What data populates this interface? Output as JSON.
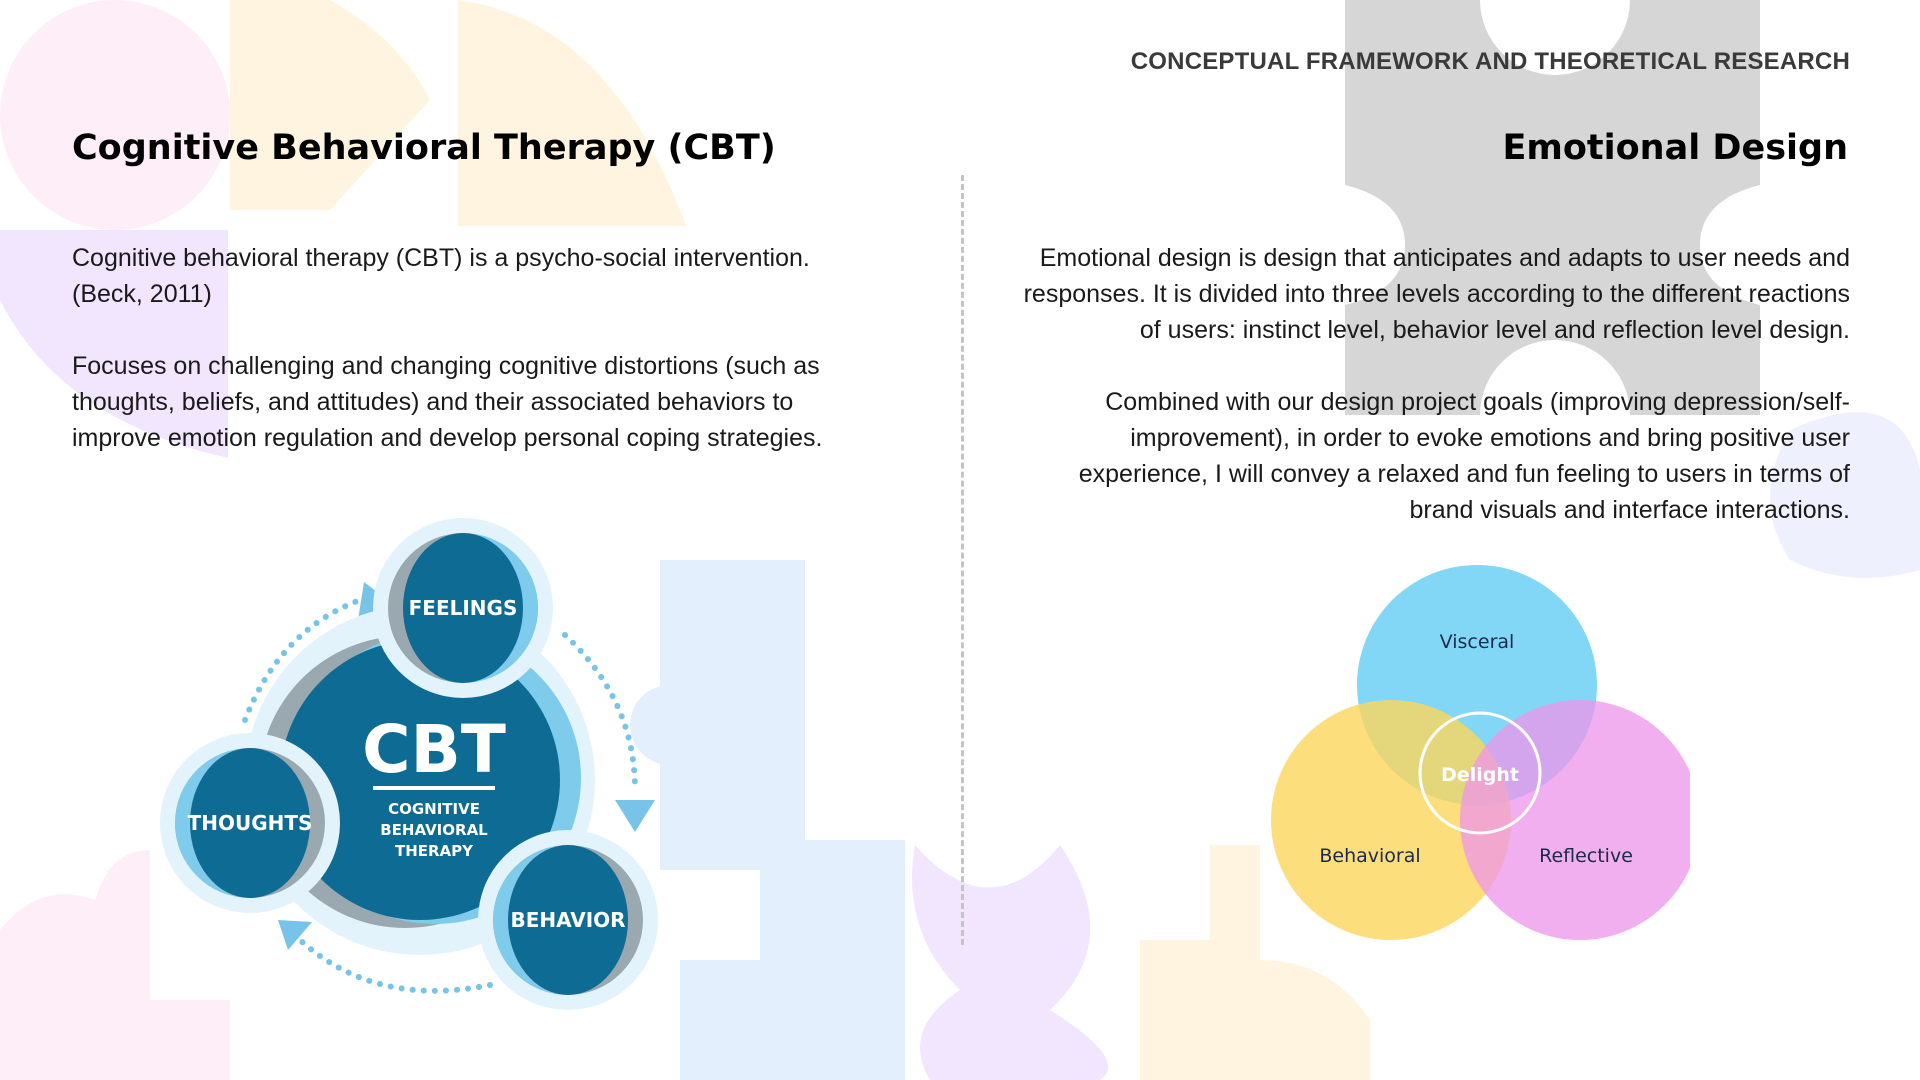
{
  "header": {
    "section_label": "CONCEPTUAL FRAMEWORK AND THEORETICAL RESEARCH"
  },
  "left": {
    "heading": "Cognitive Behavioral Therapy (CBT)",
    "paragraph1": "Cognitive behavioral therapy (CBT) is a psycho-social intervention. (Beck, 2011)",
    "paragraph2": "Focuses on challenging and changing cognitive distortions (such as thoughts, beliefs, and attitudes) and their associated behaviors to improve emotion regulation and develop personal coping strategies.",
    "diagram": {
      "center_title": "CBT",
      "center_line1": "COGNITIVE",
      "center_line2": "BEHAVIORAL",
      "center_line3": "THERAPY",
      "node_feelings": "FEELINGS",
      "node_thoughts": "THOUGHTS",
      "node_behavior": "BEHAVIOR",
      "colors": {
        "dark_blue": "#0e6b93",
        "light_blue": "#7ecbeb",
        "grey": "#9aa8b0",
        "halo": "#e3f3fb",
        "arrow": "#78c3e8"
      }
    }
  },
  "right": {
    "heading": "Emotional Design",
    "paragraph1": "Emotional design is design that anticipates and adapts to user needs and responses. It is divided into three levels according to the different reactions of users: instinct level, behavior level and reflection level design.",
    "paragraph2": "Combined with our design project goals (improving depression/self-improvement), in order to evoke emotions and bring positive user experience, I will convey a relaxed and fun feeling to users in terms of brand visuals and interface interactions.",
    "venn": {
      "top_label": "Visceral",
      "left_label": "Behavioral",
      "right_label": "Reflective",
      "center_label": "Delight",
      "colors": {
        "visceral": "#6cd0f5",
        "behavioral": "#fcd65c",
        "reflective": "#ee94ea"
      }
    }
  },
  "background": {
    "colors": {
      "pink": "#fdeef8",
      "peach": "#fff4e0",
      "lavender": "#f1e6fd",
      "sky": "#e4effd",
      "grey": "#d6d6d6"
    }
  }
}
